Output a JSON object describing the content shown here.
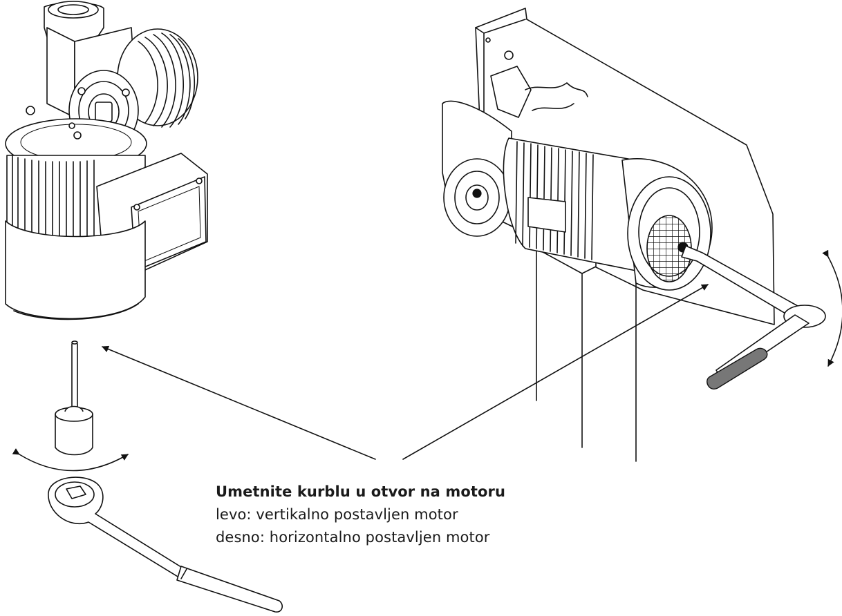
{
  "instruction": {
    "title": "Umetnite kurblu u otvor na motoru",
    "line_left": "levo: vertikalno postavljen motor",
    "line_right": "desno: horizontalno postavljen motor"
  },
  "icons": [
    "vertical-motor",
    "horizontal-motor",
    "hand-crank",
    "crank-socket-adapter",
    "ratchet-wrench",
    "rotation-arrow",
    "pointer-arrow"
  ],
  "colors": {
    "line": "#111111",
    "background": "#ffffff",
    "grip": "#777777"
  }
}
